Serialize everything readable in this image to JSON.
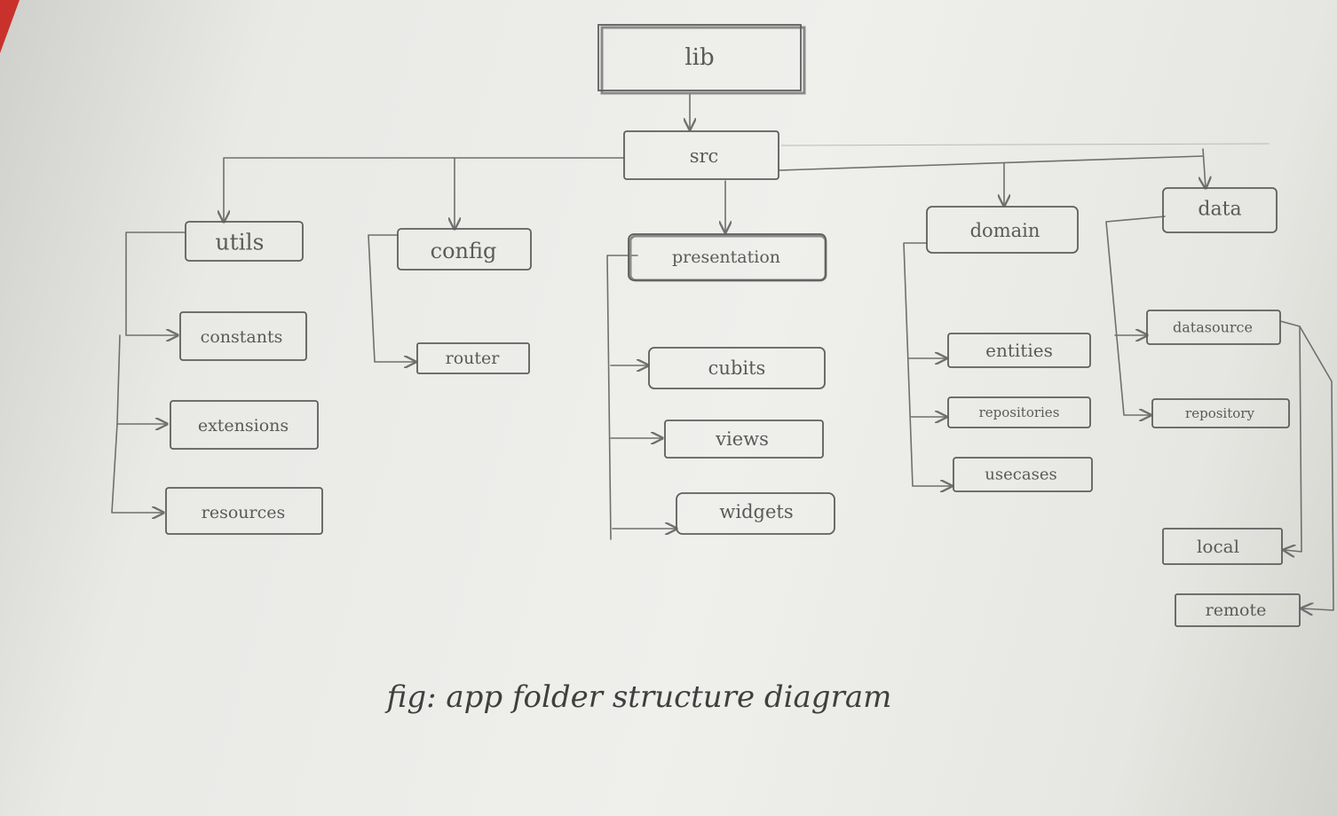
{
  "diagram": {
    "nodes": {
      "lib": "lib",
      "src": "src",
      "utils": "utils",
      "config": "config",
      "presentation": "presentation",
      "domain": "domain",
      "data": "data",
      "constants": "constants",
      "extensions": "extensions",
      "resources": "resources",
      "router": "router",
      "cubits": "cubits",
      "views": "views",
      "widgets": "widgets",
      "entities": "entities",
      "repositories": "repositories",
      "usecases": "usecases",
      "datasource": "datasource",
      "repository": "repository",
      "local": "local",
      "remote": "remote"
    },
    "caption": "fig: app folder structure diagram"
  },
  "colors": {
    "pencil": "#5e5e5e",
    "paper": "#ececea",
    "corner_accent": "#c9322c"
  }
}
